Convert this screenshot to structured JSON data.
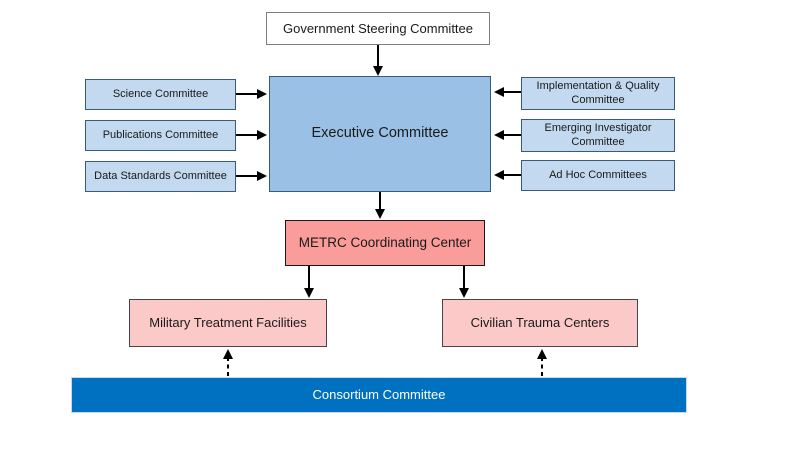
{
  "diagram": {
    "type": "org-flowchart",
    "nodes": {
      "government": {
        "label": "Government Steering Committee"
      },
      "executive": {
        "label": "Executive Committee"
      },
      "left_committees": [
        {
          "label": "Science Committee"
        },
        {
          "label": "Publications Committee"
        },
        {
          "label": "Data Standards Committee"
        }
      ],
      "right_committees": [
        {
          "label": "Implementation & Quality Committee"
        },
        {
          "label": "Emerging Investigator Committee"
        },
        {
          "label": "Ad Hoc Committees"
        }
      ],
      "metrc": {
        "label": "METRC Coordinating Center"
      },
      "military": {
        "label": "Military Treatment Facilities"
      },
      "civilian": {
        "label": "Civilian Trauma Centers"
      },
      "consortium": {
        "label": "Consortium Committee"
      }
    },
    "connections": [
      {
        "from": "Government Steering Committee",
        "to": "Executive Committee",
        "style": "solid-arrow"
      },
      {
        "from": "Science Committee",
        "to": "Executive Committee",
        "style": "solid-arrow"
      },
      {
        "from": "Publications Committee",
        "to": "Executive Committee",
        "style": "solid-arrow"
      },
      {
        "from": "Data Standards Committee",
        "to": "Executive Committee",
        "style": "solid-arrow"
      },
      {
        "from": "Implementation & Quality Committee",
        "to": "Executive Committee",
        "style": "solid-arrow"
      },
      {
        "from": "Emerging Investigator Committee",
        "to": "Executive Committee",
        "style": "solid-arrow"
      },
      {
        "from": "Ad Hoc Committees",
        "to": "Executive Committee",
        "style": "solid-arrow"
      },
      {
        "from": "Executive Committee",
        "to": "METRC Coordinating Center",
        "style": "solid-arrow"
      },
      {
        "from": "METRC Coordinating Center",
        "to": "Military Treatment Facilities",
        "style": "solid-arrow"
      },
      {
        "from": "METRC Coordinating Center",
        "to": "Civilian Trauma Centers",
        "style": "solid-arrow"
      },
      {
        "from": "Consortium Committee",
        "to": "Military Treatment Facilities",
        "style": "dashed-arrow"
      },
      {
        "from": "Consortium Committee",
        "to": "Civilian Trauma Centers",
        "style": "dashed-arrow"
      }
    ],
    "colors": {
      "executive_fill": "#9AC1E5",
      "side_committee_fill": "#C2D9EF",
      "blue_border": "#3A5A7C",
      "metrc_fill": "#F99C9A",
      "facility_fill": "#FAC9C8",
      "dark_border": "#454545",
      "government_fill": "#FFFFFF",
      "government_border": "#7F7F7F",
      "consortium_fill": "#0070C0",
      "consortium_text": "#FFFFFF",
      "arrow": "#000000",
      "background": "#FFFFFF"
    }
  }
}
